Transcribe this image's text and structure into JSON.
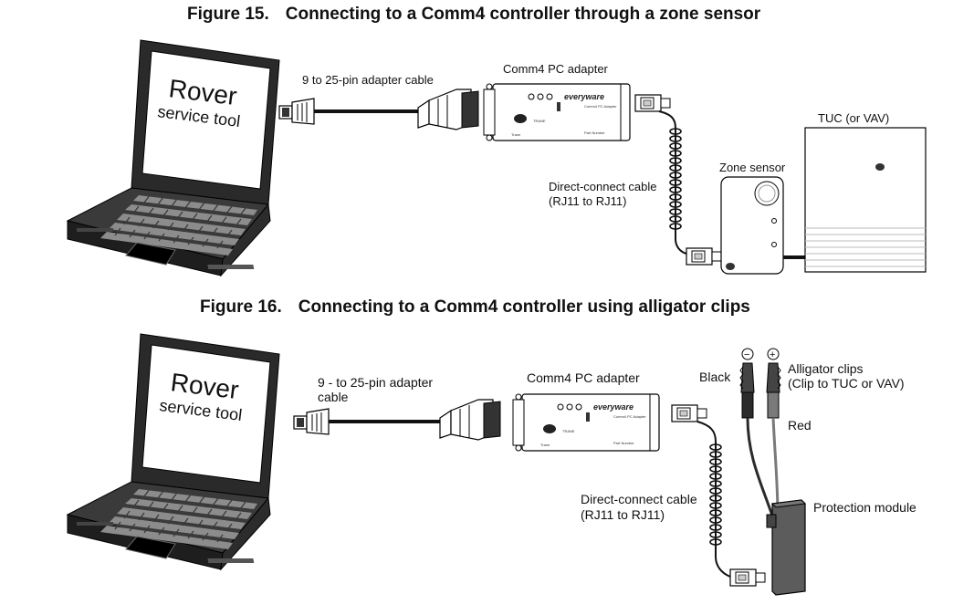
{
  "figure15": {
    "number": "Figure 15.",
    "caption": "Connecting to a Comm4 controller through a zone sensor",
    "laptop_screen_line1": "Rover",
    "laptop_screen_line2": "service tool",
    "adapter_cable_label": "9 to 25-pin adapter cable",
    "pc_adapter_label": "Comm4 PC adapter",
    "direct_cable_label_line1": "Direct-connect cable",
    "direct_cable_label_line2": "(RJ11 to RJ11)",
    "zone_sensor_label": "Zone sensor",
    "tuc_label": "TUC (or VAV)"
  },
  "figure16": {
    "number": "Figure 16.",
    "caption": "Connecting to a Comm4 controller using alligator clips",
    "laptop_screen_line1": "Rover",
    "laptop_screen_line2": "service tool",
    "adapter_cable_label_line1": "9 - to 25-pin adapter",
    "adapter_cable_label_line2": "cable",
    "pc_adapter_label": "Comm4 PC adapter",
    "direct_cable_label_line1": "Direct-connect cable",
    "direct_cable_label_line2": "(RJ11 to RJ11)",
    "black_label": "Black",
    "red_label": "Red",
    "minus_symbol": "−",
    "plus_symbol": "+",
    "clips_label_line1": "Alligator clips",
    "clips_label_line2": "(Clip to TUC or VAV)",
    "protection_label": "Protection module"
  },
  "adapter_device": {
    "brand": "everyware",
    "logo": "TRANE"
  },
  "colors": {
    "laptop_body": "#2a2a2a",
    "laptop_keys": "#8a8a8a",
    "cable": "#111111",
    "black_wire": "#2b2b2b",
    "red_wire": "#7a7a7a",
    "module": "#5c5c5c"
  }
}
